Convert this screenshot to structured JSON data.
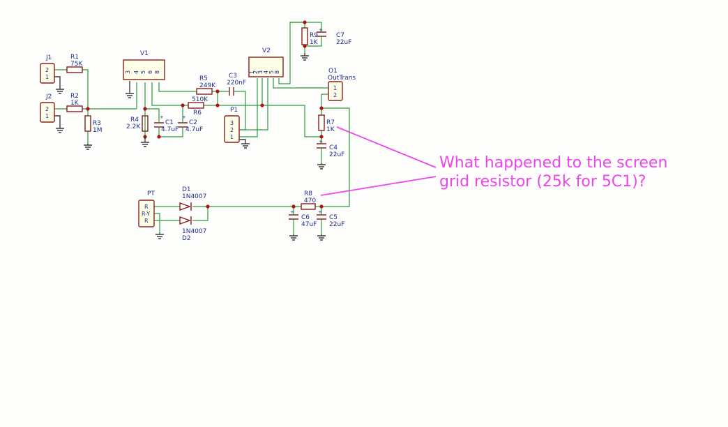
{
  "components": {
    "J1": {
      "ref": "J1",
      "pins": [
        "2",
        "1"
      ]
    },
    "J2": {
      "ref": "J2",
      "pins": [
        "2",
        "1"
      ]
    },
    "R1": {
      "ref": "R1",
      "value": "75K"
    },
    "R2": {
      "ref": "R2",
      "value": "1K"
    },
    "R3": {
      "ref": "R3",
      "value": "1M"
    },
    "V1": {
      "ref": "V1",
      "pins": [
        "3",
        "4",
        "5",
        "6",
        "8"
      ]
    },
    "R4": {
      "ref": "R4",
      "value": "2.2K"
    },
    "C1": {
      "ref": "C1",
      "value": "4.7uF"
    },
    "C2": {
      "ref": "C2",
      "value": "4.7uF"
    },
    "R5": {
      "ref": "R5",
      "value": "249K"
    },
    "R6": {
      "ref": "R6",
      "value": "510K"
    },
    "C3": {
      "ref": "C3",
      "value": "220nF"
    },
    "P1": {
      "ref": "P1",
      "pins": [
        "3",
        "2",
        "1"
      ]
    },
    "V2": {
      "ref": "V2",
      "pins": [
        "1",
        "2",
        "3",
        "4",
        "5",
        "8"
      ]
    },
    "R9": {
      "ref": "R9",
      "value": "1K"
    },
    "C7": {
      "ref": "C7",
      "value": "22uF"
    },
    "O1": {
      "ref": "O1",
      "value": "OutTrans",
      "pins": [
        "1",
        "2"
      ]
    },
    "R7": {
      "ref": "R7",
      "value": "1K"
    },
    "C4": {
      "ref": "C4",
      "value": "22uF"
    },
    "PT": {
      "ref": "PT",
      "pins": [
        "R",
        "R-Y",
        "R"
      ]
    },
    "D1": {
      "ref": "D1",
      "value": "1N4007"
    },
    "D2": {
      "ref": "D2",
      "value": "1N4007"
    },
    "R8": {
      "ref": "R8",
      "value": "470"
    },
    "C6": {
      "ref": "C6",
      "value": "47uF"
    },
    "C5": {
      "ref": "C5",
      "value": "22uF"
    }
  },
  "annotation": {
    "line1": "What happened to the screen",
    "line2": "grid resistor (25k for 5C1)?"
  },
  "colors": {
    "wire": "#2a9a3a",
    "body": "#8a1e1e",
    "label": "#1e2a8c",
    "junction": "#b01010",
    "annotation": "#ee44ee"
  }
}
